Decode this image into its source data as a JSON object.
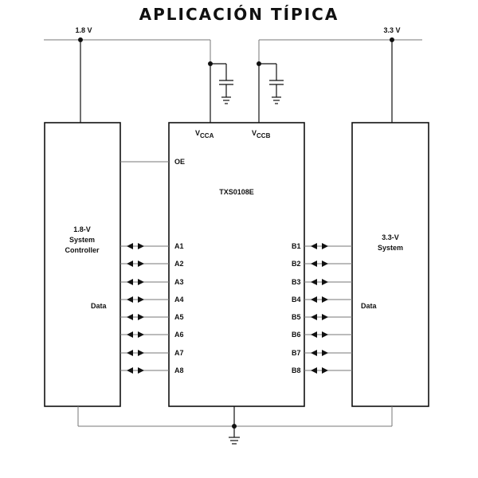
{
  "title": "APLICACIÓN TÍPICA",
  "rails": {
    "left_label": "1.8 V",
    "right_label": "3.3 V"
  },
  "chip": {
    "name": "TXS0108E",
    "vcca_main": "V",
    "vcca_sub": "CCA",
    "vccb_main": "V",
    "vccb_sub": "CCB",
    "oe_label": "OE",
    "a_pins": [
      "A1",
      "A2",
      "A3",
      "A4",
      "A5",
      "A6",
      "A7",
      "A8"
    ],
    "b_pins": [
      "B1",
      "B2",
      "B3",
      "B4",
      "B5",
      "B6",
      "B7",
      "B8"
    ]
  },
  "left_block": {
    "lines": [
      "1.8-V",
      "System",
      "Controller"
    ],
    "data_label": "Data"
  },
  "right_block": {
    "lines": [
      "3.3-V",
      "System"
    ],
    "data_label": "Data"
  }
}
